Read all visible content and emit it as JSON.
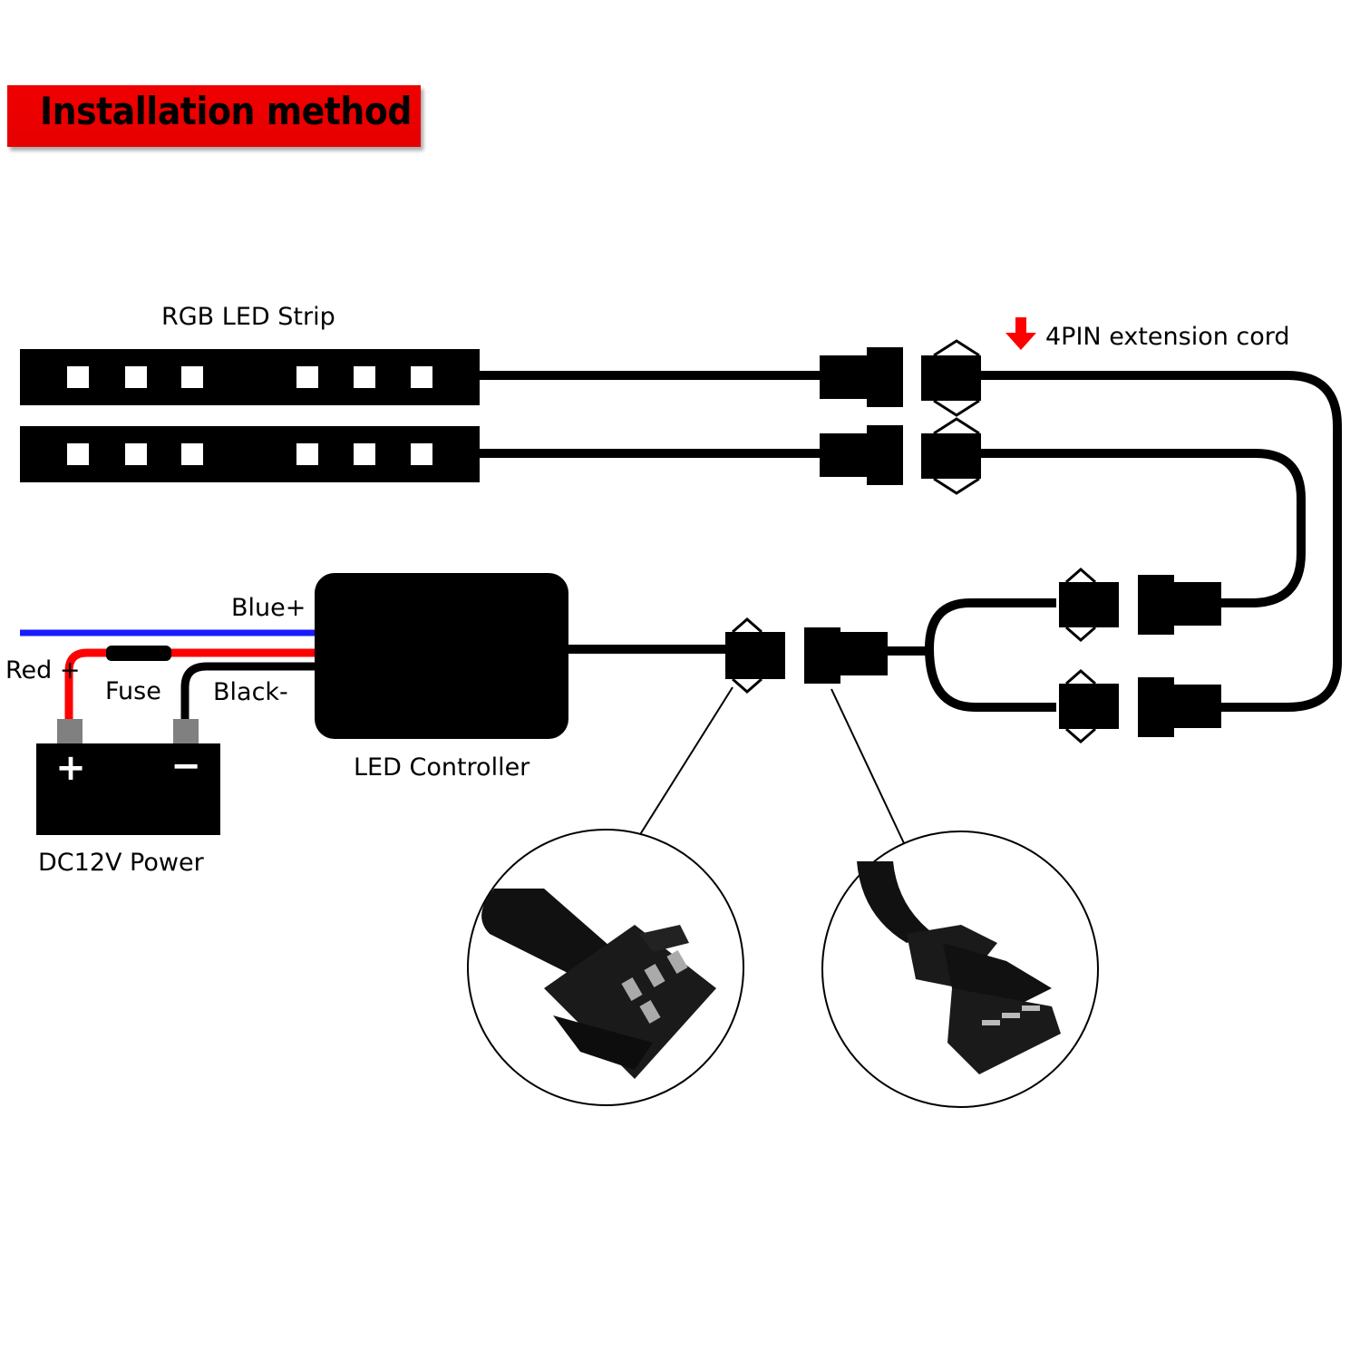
{
  "header": {
    "title": "Installation method"
  },
  "labels": {
    "rgb_strip": "RGB LED Strip",
    "extension": "4PIN extension cord",
    "blue": "Blue+",
    "red": "Red +",
    "fuse": "Fuse",
    "black": "Black-",
    "controller": "LED Controller",
    "power": "DC12V Power",
    "plus": "+",
    "minus": "−"
  },
  "colors": {
    "banner": "#e60000",
    "blue_wire": "#1a1aff",
    "red_wire": "#ff0000",
    "arrow": "#ff0000"
  }
}
